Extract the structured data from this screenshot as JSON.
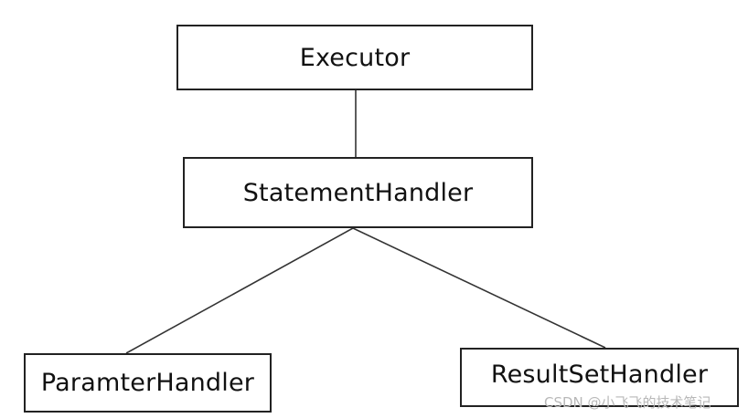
{
  "nodes": {
    "executor": "Executor",
    "statement_handler": "StatementHandler",
    "paramter_handler": "ParamterHandler",
    "resultset_handler": "ResultSetHandler"
  },
  "edges": [
    {
      "from": "executor",
      "to": "statement_handler"
    },
    {
      "from": "statement_handler",
      "to": "paramter_handler"
    },
    {
      "from": "statement_handler",
      "to": "resultset_handler"
    }
  ],
  "watermark": "CSDN @小飞飞的技术笔记",
  "colors": {
    "line": "#333333",
    "border": "#222222",
    "watermark": "#b8b8b8"
  }
}
